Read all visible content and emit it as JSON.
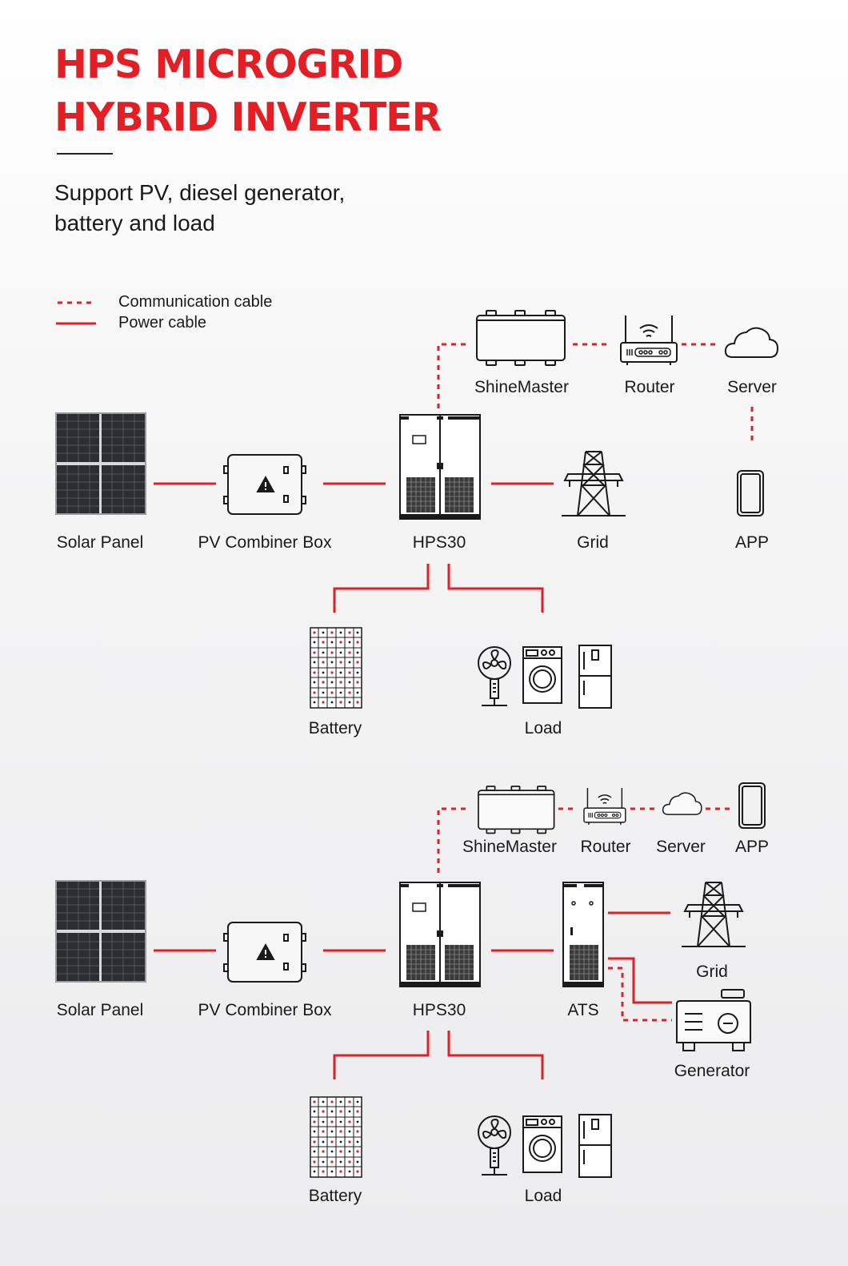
{
  "title": {
    "line1": "HPS MICROGRID",
    "line2": "HYBRID INVERTER"
  },
  "subtitle": {
    "line1": "Support PV, diesel generator,",
    "line2": "battery and load"
  },
  "legend": {
    "communication": "Communication cable",
    "power": "Power cable"
  },
  "colors": {
    "accent": "#e31e24",
    "line_art": "#1a1a1a"
  },
  "diagram1": {
    "solar_panel": "Solar Panel",
    "combiner": "PV Combiner Box",
    "inverter": "HPS30",
    "grid": "Grid",
    "app": "APP",
    "shinemaster": "ShineMaster",
    "router": "Router",
    "server": "Server",
    "battery": "Battery",
    "load": "Load"
  },
  "diagram2": {
    "solar_panel": "Solar Panel",
    "combiner": "PV Combiner Box",
    "inverter": "HPS30",
    "ats": "ATS",
    "grid": "Grid",
    "generator": "Generator",
    "shinemaster": "ShineMaster",
    "router": "Router",
    "server": "Server",
    "app": "APP",
    "battery": "Battery",
    "load": "Load"
  }
}
